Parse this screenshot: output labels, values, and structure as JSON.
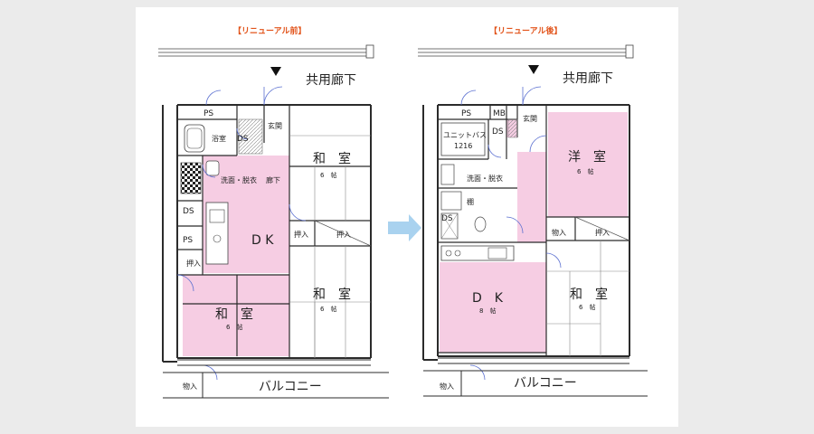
{
  "colors": {
    "background": "#ebebeb",
    "panel": "#ffffff",
    "caption": "#e2541b",
    "pink": "#f6cde3",
    "wall": "#2b2b2b",
    "door": "#5a6fd0",
    "arrow": "#a9d2ef"
  },
  "before": {
    "caption": "【リニューアル前】",
    "corridor": "共用廊下",
    "balcony": "バルコニー",
    "rooms": {
      "ps_top": "PS",
      "genkan": "玄関",
      "bath": "浴室",
      "ds_top": "DS",
      "washroom": "洗面・脱衣",
      "hallway": "廊下",
      "ds_left": "DS",
      "ps_left": "PS",
      "oshiire_left": "押入",
      "dk": "D K",
      "washitsu_a": "和　室",
      "washitsu_a_size": "6　帖",
      "oshiire_mid": "押入",
      "oshiire_right": "押入",
      "washitsu_b": "和　室",
      "washitsu_b_size": "6　帖",
      "washitsu_c": "和　室",
      "washitsu_c_size": "6　帖",
      "monoire": "物入"
    }
  },
  "after": {
    "caption": "【リニューアル後】",
    "corridor": "共用廊下",
    "balcony": "バルコニー",
    "rooms": {
      "ps_top": "PS",
      "mb": "MB",
      "genkan": "玄関",
      "ds_top": "DS",
      "unit_bath": "ユニットバス",
      "unit_bath_size": "1216",
      "washroom": "洗面・脱衣",
      "shelf": "棚",
      "ds_left": "DS",
      "youshitsu": "洋　室",
      "youshitsu_size": "6　帖",
      "monoire_mid": "物入",
      "oshiire": "押入",
      "dk": "D　K",
      "dk_size": "8　帖",
      "washitsu": "和　室",
      "washitsu_size": "6　帖",
      "monoire": "物入"
    }
  },
  "arrow_icon": "right-arrow-icon",
  "entrance_marker_icon": "down-triangle-icon"
}
